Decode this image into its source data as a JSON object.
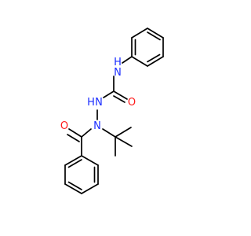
{
  "molecule": {
    "atoms": {
      "n_amine": "N",
      "n_amine_h": "H",
      "n_hydrazine_1": "N",
      "n_hydrazine_1_h": "H",
      "n_hydrazine_2": "N",
      "o_urea": "O",
      "o_amide": "O"
    },
    "colors": {
      "bond": "#000000",
      "nitrogen": "#1a2cff",
      "oxygen": "#ff1a1a",
      "background": "#ffffff"
    }
  }
}
